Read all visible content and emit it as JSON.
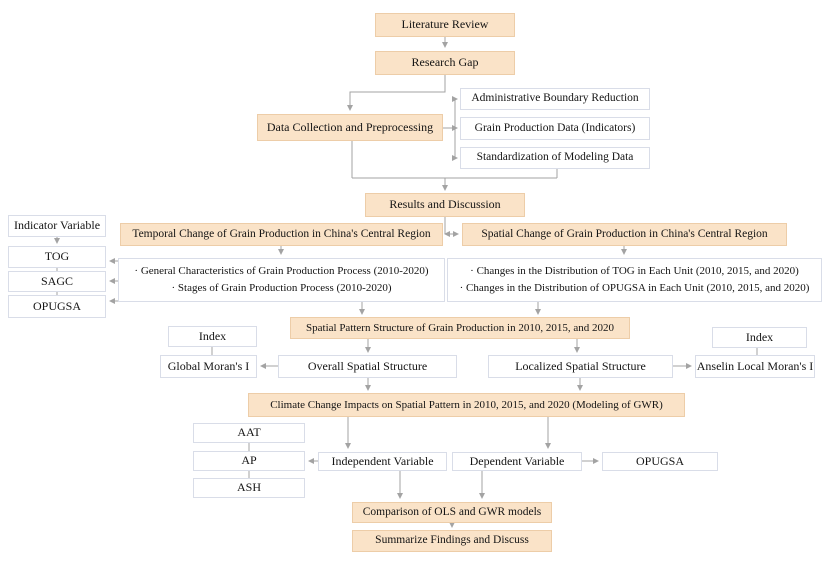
{
  "diagram": {
    "nodes": {
      "literature_review": "Literature Review",
      "research_gap": "Research Gap",
      "data_collection": "Data Collection and Preprocessing",
      "admin_boundary": "Administrative Boundary Reduction",
      "grain_data": "Grain Production Data (Indicators)",
      "standardization": "Standardization of Modeling Data",
      "results_discussion": "Results and Discussion",
      "temporal_change": "Temporal Change of Grain Production in China's Central Region",
      "spatial_change": "Spatial Change of Grain Production in China's Central Region",
      "indicator_variable": "Indicator Variable",
      "tog": "TOG",
      "sagc": "SAGC",
      "opugsa": "OPUGSA",
      "temporal_detail_line1": "· General Characteristics of Grain Production Process (2010-2020)",
      "temporal_detail_line2": "· Stages of Grain Production Process (2010-2020)",
      "spatial_detail_line1": "· Changes in the Distribution of TOG in Each Unit (2010, 2015, and 2020)",
      "spatial_detail_line2": "· Changes in the Distribution of OPUGSA in Each Unit (2010, 2015, and 2020)",
      "spatial_pattern": "Spatial Pattern Structure of Grain Production in 2010, 2015, and 2020",
      "index_left": "Index",
      "index_right": "Index",
      "global_moran": "Global Moran's I",
      "overall_structure": "Overall Spatial Structure",
      "localized_structure": "Localized Spatial Structure",
      "anselin_moran": "Anselin Local Moran's I",
      "climate_change": "Climate Change Impacts on Spatial Pattern in 2010, 2015, and 2020 (Modeling of GWR)",
      "aat": "AAT",
      "ap": "AP",
      "ash": "ASH",
      "independent_var": "Independent Variable",
      "dependent_var": "Dependent Variable",
      "opugsa_dependent": "OPUGSA",
      "comparison": "Comparison of OLS and GWR models",
      "summarize": "Summarize Findings and Discuss"
    },
    "colors": {
      "process_box_fill": "#fae3c8",
      "process_box_border": "#edcda8",
      "white_box_border": "#d9dde8",
      "connector": "#a3a3a3",
      "text": "#141414"
    }
  }
}
